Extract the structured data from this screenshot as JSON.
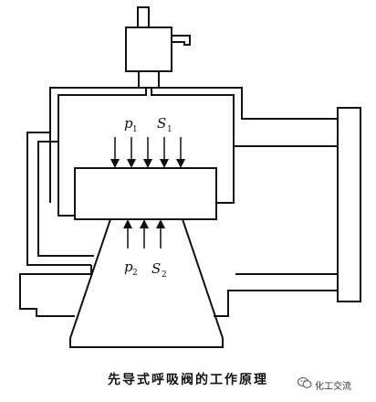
{
  "caption": "先导式呼吸阀的工作原理",
  "watermark": "化工交流",
  "labels": {
    "p1": "p",
    "p1_sub": "1",
    "s1": "S",
    "s1_sub": "1",
    "p2": "p",
    "p2_sub": "2",
    "s2": "S",
    "s2_sub": "2"
  },
  "icons": [
    "pilot-valve-icon",
    "wechat-logo-icon"
  ],
  "colors": {
    "line": "#111111",
    "background": "#ffffff"
  }
}
